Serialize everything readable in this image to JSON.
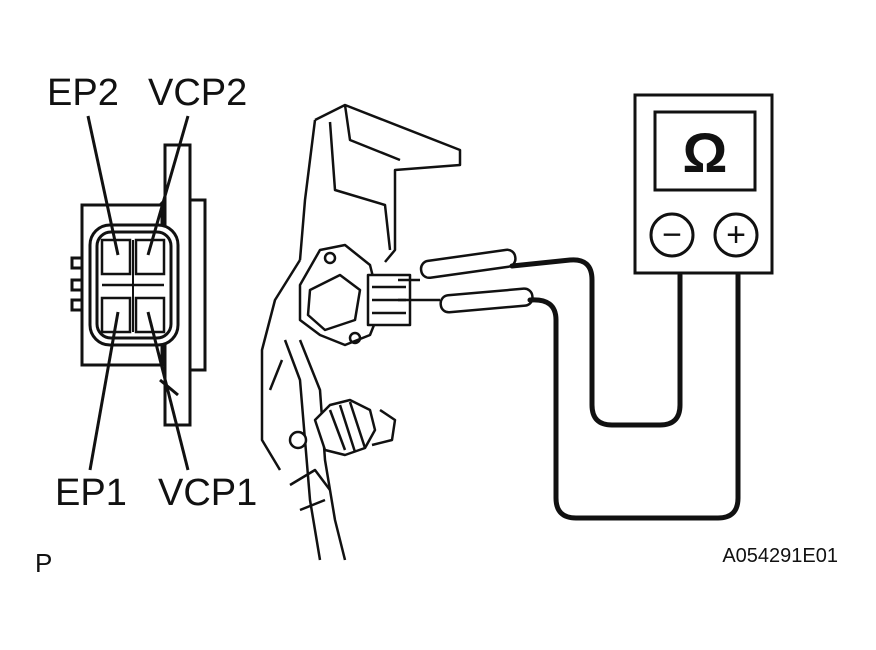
{
  "pins": {
    "ep2": "EP2",
    "vcp2": "VCP2",
    "ep1": "EP1",
    "vcp1": "VCP1"
  },
  "meter": {
    "symbol": "Ω",
    "minus": "−",
    "plus": "+"
  },
  "footer": {
    "left_mark": "P",
    "figure_id": "A054291E01"
  },
  "colors": {
    "line": "#111111",
    "background": "#ffffff"
  }
}
